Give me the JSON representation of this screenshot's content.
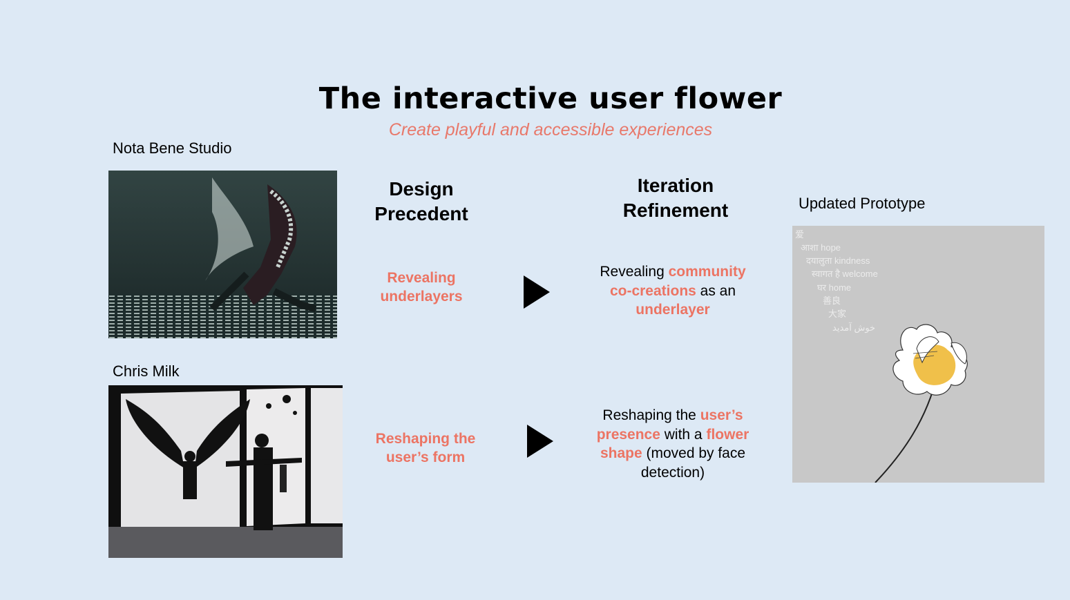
{
  "slide": {
    "title": "The interactive user flower",
    "subtitle": "Create playful and accessible experiences"
  },
  "left": {
    "top_caption": "Nota Bene Studio",
    "bottom_caption": "Chris Milk"
  },
  "columns": {
    "precedent_heading": [
      "Design",
      "Precedent"
    ],
    "refinement_heading": [
      "Iteration",
      "Refinement"
    ]
  },
  "rows": [
    {
      "precedent": [
        "Revealing",
        "underlayers"
      ],
      "refinement": {
        "p1": "Revealing ",
        "h1": "community",
        "h2": "co-creations",
        "p2": " as an",
        "h3": "underlayer"
      }
    },
    {
      "precedent": [
        "Reshaping the",
        "user’s form"
      ],
      "refinement": {
        "p1": "Reshaping the ",
        "h1": "user’s",
        "h2": "presence",
        "p2": " with a ",
        "h3": "flower",
        "h4": "shape",
        "p3": " (moved by face",
        "p4": "detection)"
      }
    }
  ],
  "prototype": {
    "caption": "Updated Prototype",
    "words": [
      "爱",
      "आशा hope",
      "दयालुता kindness",
      "स्वागत है welcome",
      "घर home",
      "善良",
      "大家",
      "خوش آمدید"
    ]
  },
  "colors": {
    "background": "#dde9f5",
    "accent": "#ec7463",
    "prototype_bg": "#c8c8c8",
    "flower_yellow": "#f0c04a"
  },
  "icons": [
    "play-arrow-icon",
    "play-arrow-icon"
  ]
}
